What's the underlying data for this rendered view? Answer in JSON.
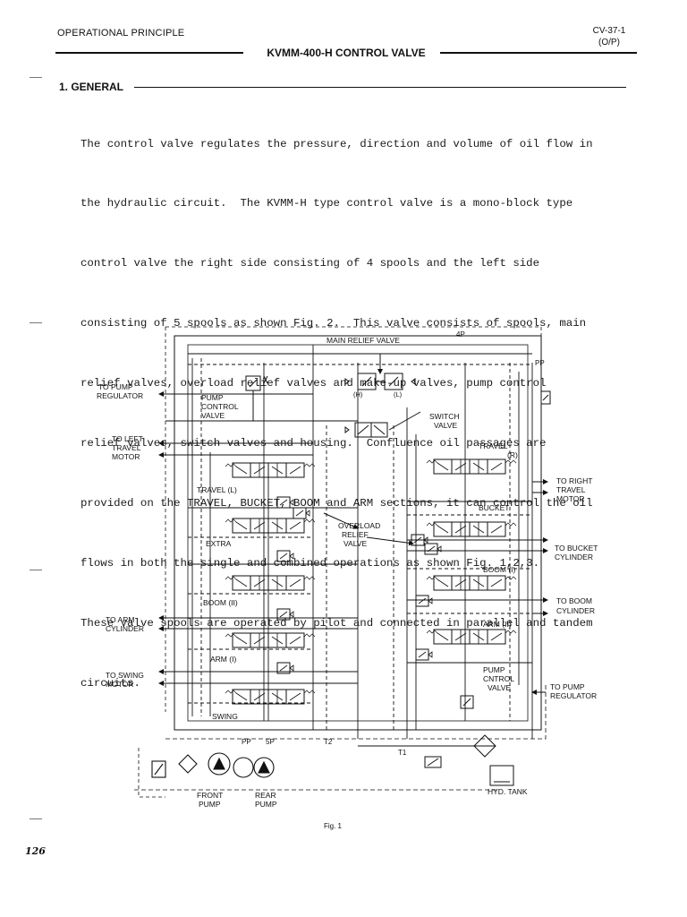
{
  "header": {
    "section": "OPERATIONAL PRINCIPLE",
    "doc_code_line1": "CV-37-1",
    "doc_code_line2": "(O/P)",
    "title": "KVMM-400-H CONTROL VALVE"
  },
  "general": {
    "heading": "1. GENERAL",
    "paragraph_lines": [
      "The control valve regulates the pressure, direction and volume of oil flow in",
      "the hydraulic circuit.  The KVMM-H type control valve is a mono-block type",
      "control valve the right side consisting of 4 spools and the left side",
      "consisting of 5 spools as shown Fig. 2.  This valve consists of spools, main",
      "relief valves, overload relief valves and make-up valves, pump control",
      "relief valves, switch valves and housing.  Confluence oil passages are",
      "provided on the TRAVEL, BUCKET, BOOM and ARM sections, it can control the oil",
      "flows in both the single and combined operations as shown Fig. 1,2,3.",
      "These valve spools are operated by pilot and connected in parallel and tandem",
      "circuits."
    ]
  },
  "diagram": {
    "labels": {
      "main_relief_valve": "MAIN RELIEF VALVE",
      "port_4p": "4P",
      "port_pp_top": "PP",
      "to_pump_regulator_left_1": "TO PUMP",
      "to_pump_regulator_left_2": "REGULATOR",
      "pump_control_valve_1": "PUMP",
      "pump_control_valve_2": "CONTROL",
      "pump_control_valve_3": "VALVE",
      "h": "(H)",
      "l": "(L)",
      "switch_valve_1": "SWITCH",
      "switch_valve_2": "VALVE",
      "to_left_travel_1": "TO LEFT",
      "to_left_travel_2": "TRAVEL",
      "to_left_travel_3": "MOTOR",
      "travel_r_1": "TRAVEL",
      "travel_r_2": "(R)",
      "travel_l": "TRAVEL (L)",
      "to_right_travel_1": "TO RIGHT",
      "to_right_travel_2": "TRAVEL",
      "to_right_travel_3": "MOTOR",
      "bucket": "BUCKET",
      "overload_1": "OVERLOAD",
      "overload_2": "RELIEF",
      "overload_3": "VALVE",
      "extra": "EXTRA",
      "to_bucket_1": "TO BUCKET",
      "to_bucket_2": "CYLINDER",
      "boom_1": "BOOM (I)",
      "boom_2": "BOOM (II)",
      "to_boom_1": "TO BOOM",
      "to_boom_2": "CYLINDER",
      "to_arm_1": "TO ARM",
      "to_arm_2": "CYLINDER",
      "arm_2": "ARM (II)",
      "arm_1": "ARM (I)",
      "to_swing_1": "TO SWING",
      "to_swing_2": "MOTOR",
      "pump_cntrol_1": "PUMP",
      "pump_cntrol_2": "CNTROL",
      "pump_cntrol_3": "VALVE",
      "to_pump_regulator_right_1": "TO PUMP",
      "to_pump_regulator_right_2": "REGULATOR",
      "swing": "SWING",
      "pp_bottom": "PP",
      "port_5p": "5P",
      "t2": "T2",
      "t1": "T1",
      "front_pump_1": "FRONT",
      "front_pump_2": "PUMP",
      "rear_pump_1": "REAR",
      "rear_pump_2": "PUMP",
      "hyd_tank": "HYD. TANK"
    }
  },
  "caption": "Fig. 1",
  "page_number": "126"
}
